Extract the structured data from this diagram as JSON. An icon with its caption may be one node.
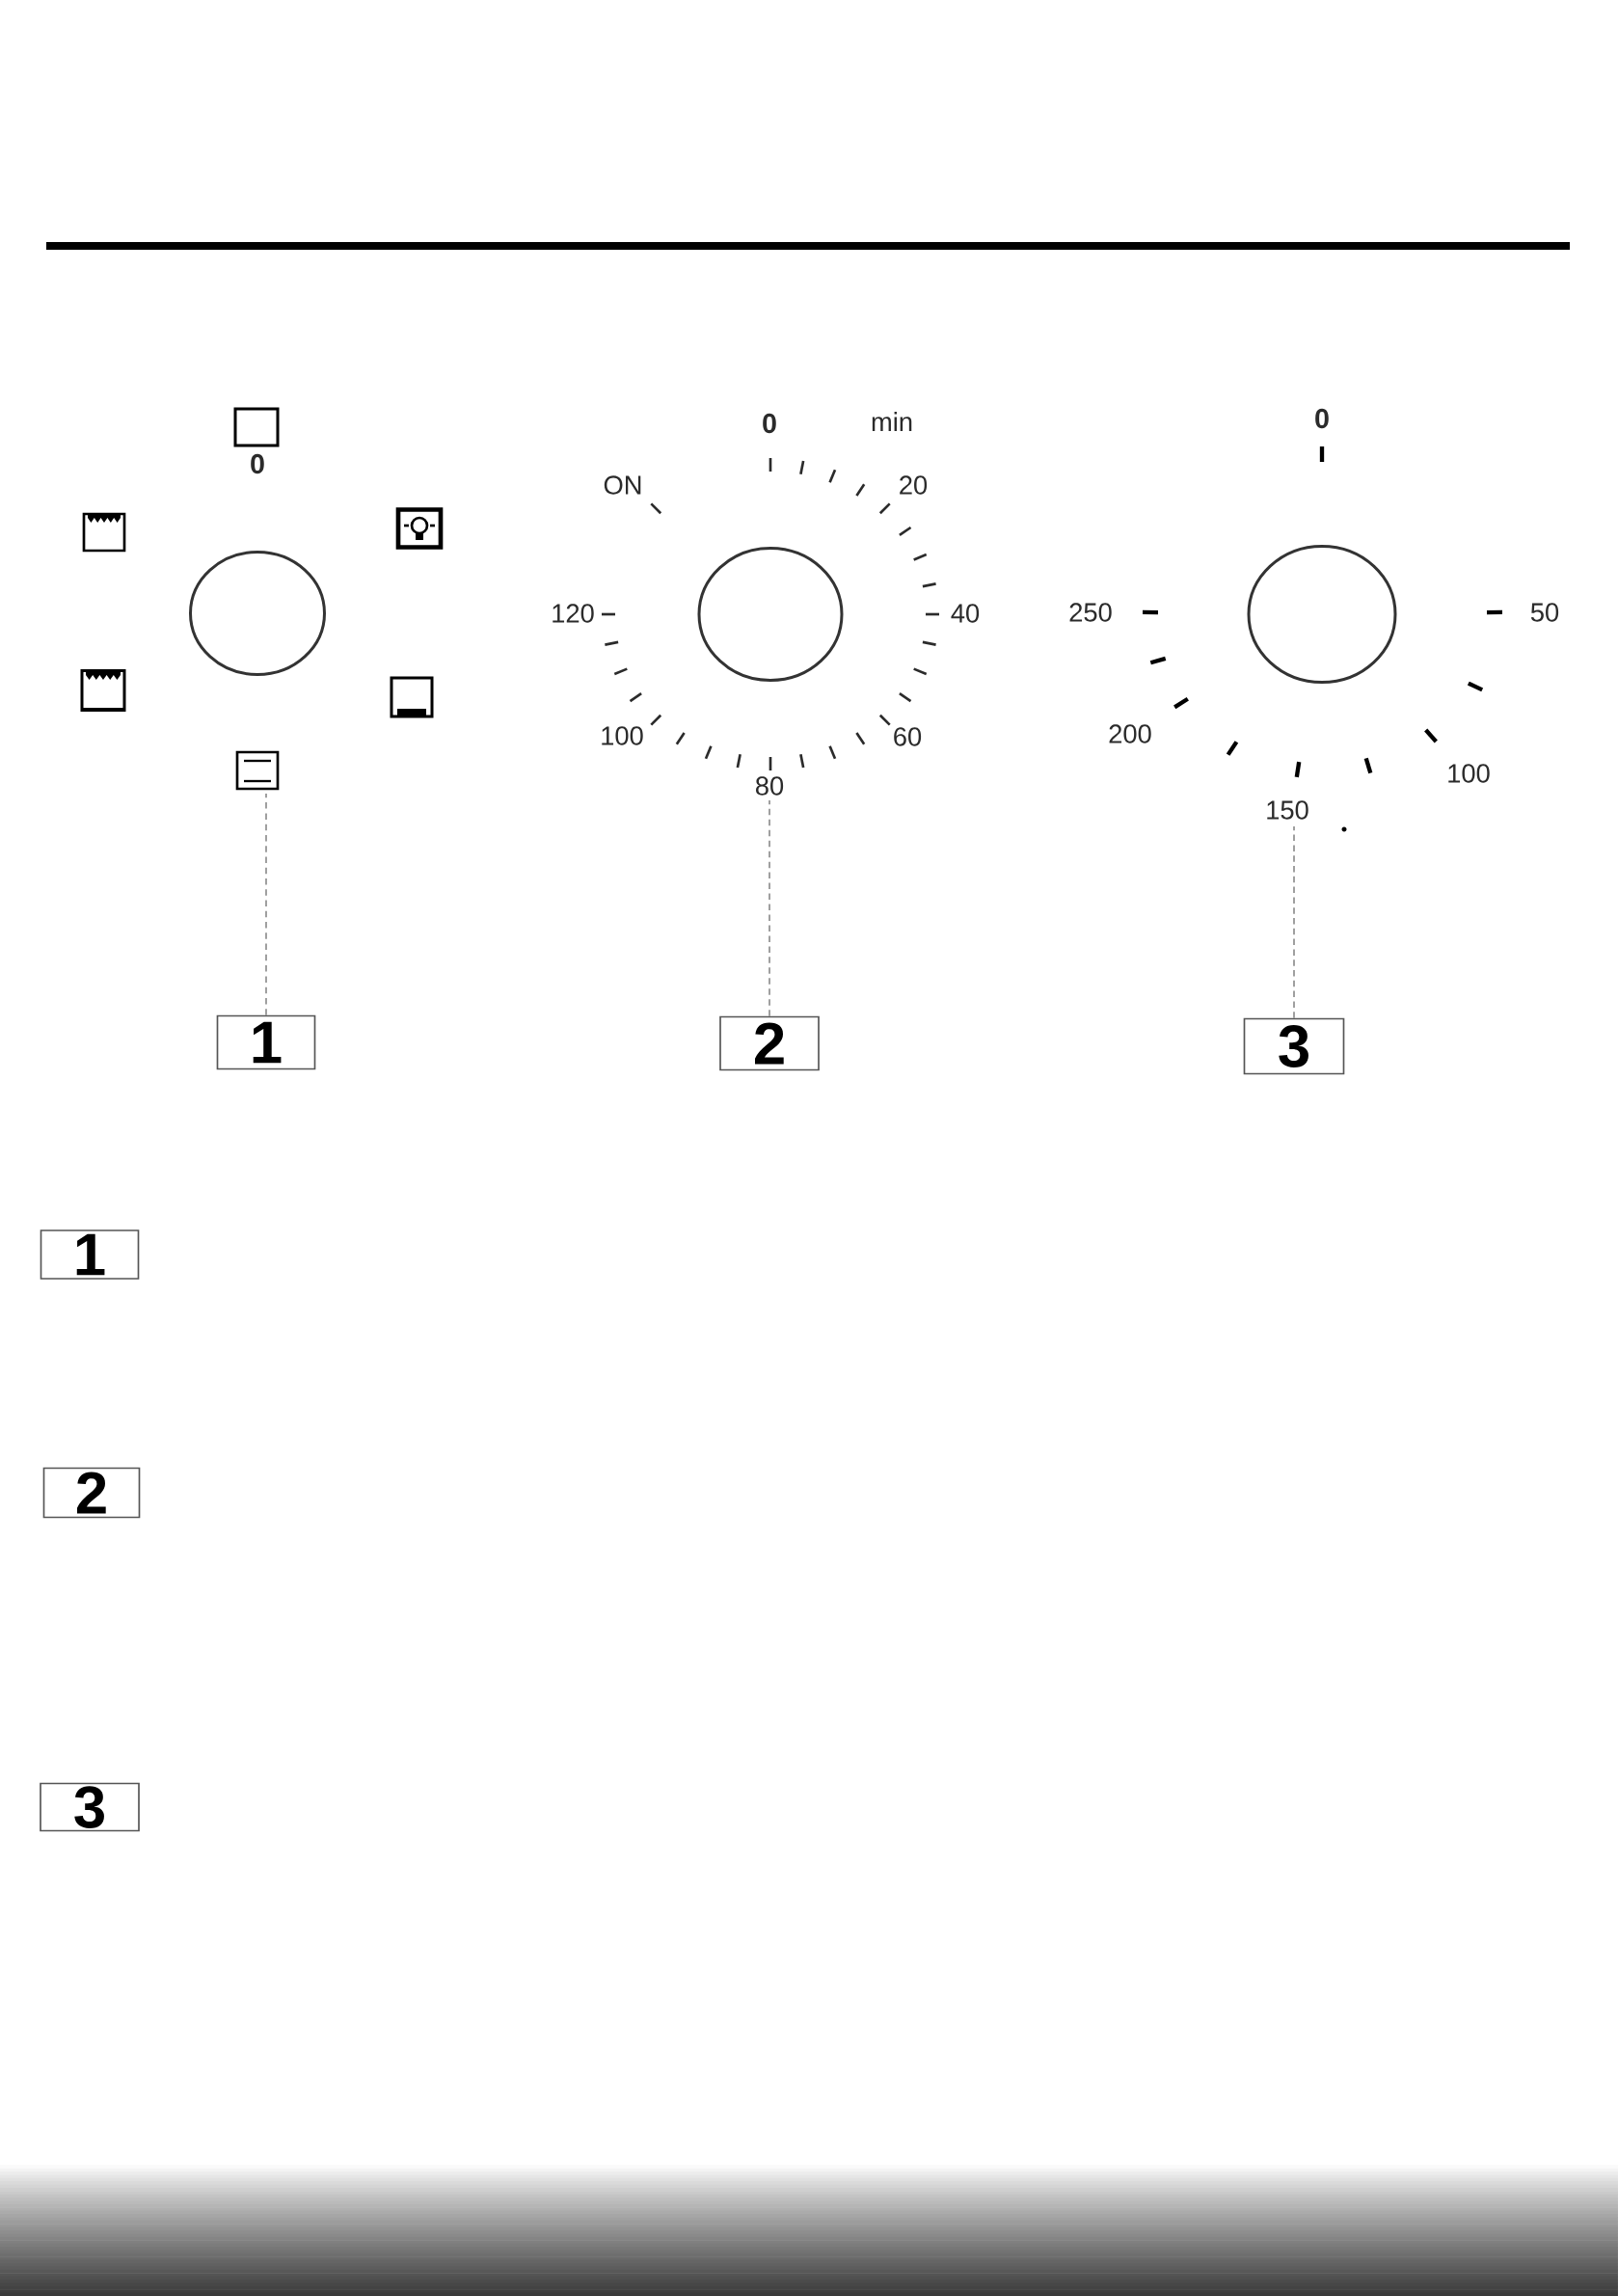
{
  "diagram": {
    "nodes": [
      {
        "text": [
          "0"
        ]
      },
      {
        "text": [
          "0",
          "min",
          "ON",
          "20",
          "120",
          "40",
          "100",
          "60",
          "80"
        ]
      },
      {
        "text": [
          "0",
          "250",
          "50",
          "200",
          "100",
          "150"
        ]
      },
      {
        "text": [
          "1"
        ]
      },
      {
        "text": [
          "2"
        ]
      },
      {
        "text": [
          "3"
        ]
      },
      {
        "text": [
          "1"
        ]
      },
      {
        "text": [
          "2"
        ]
      },
      {
        "text": [
          "3"
        ]
      }
    ],
    "edges": [
      {
        "from": 3,
        "to": 0,
        "arrow": "none",
        "style": "dashed"
      },
      {
        "from": 4,
        "to": 1,
        "arrow": "none",
        "style": "dashed"
      },
      {
        "from": 5,
        "to": 2,
        "arrow": "none",
        "style": "dashed"
      }
    ]
  }
}
